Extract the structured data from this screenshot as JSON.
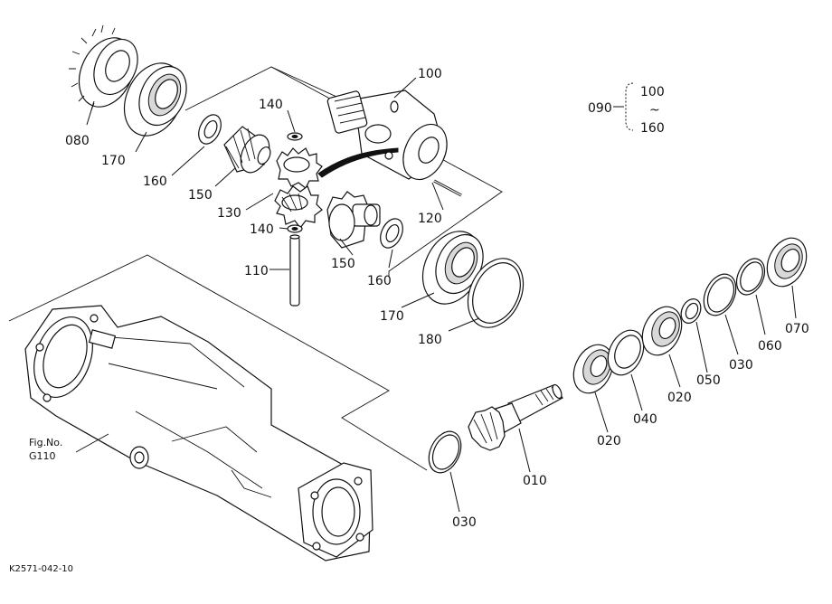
{
  "callouts": {
    "c080": "080",
    "c170a": "170",
    "c160a": "160",
    "c150a": "150",
    "c140a": "140",
    "c100": "100",
    "c130": "130",
    "c140b": "140",
    "c120": "120",
    "c110": "110",
    "c150b": "150",
    "c160b": "160",
    "c170b": "170",
    "c180": "180",
    "c090": "090",
    "c090_from": "100",
    "c090_tilde": "~",
    "c090_to": "160",
    "c070": "070",
    "c060": "060",
    "c030a": "030",
    "c050": "050",
    "c020a": "020",
    "c040": "040",
    "c020b": "020",
    "c010": "010",
    "c030b": "030"
  },
  "figref": {
    "line1": "Fig.No.",
    "line2": "G110"
  },
  "drawing_code": "K2571-042-10"
}
